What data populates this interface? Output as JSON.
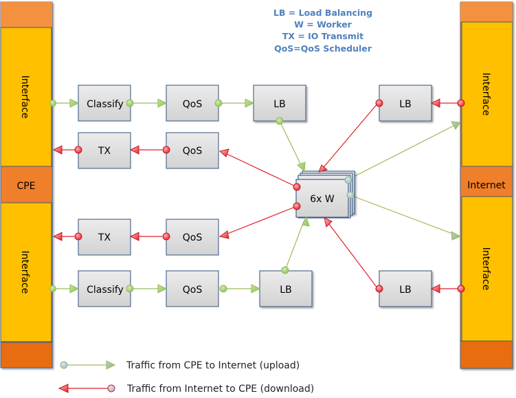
{
  "key": {
    "lines": [
      "LB = Load Balancing",
      "W = Worker",
      "TX = IO Transmit",
      "QoS=QoS Scheduler"
    ]
  },
  "left_rail": {
    "label": "CPE",
    "interface_top": "Interface",
    "interface_bottom": "Interface"
  },
  "right_rail": {
    "label": "Internet",
    "interface_top": "Interface",
    "interface_bottom": "Interface"
  },
  "boxes": {
    "classify_top": "Classify",
    "qos_upload_top": "QoS",
    "lb_upload_top": "LB",
    "tx_top": "TX",
    "qos_download_top": "QoS",
    "tx_bottom": "TX",
    "qos_download_bottom": "QoS",
    "classify_bottom": "Classify",
    "qos_upload_bottom": "QoS",
    "lb_upload_bottom": "LB",
    "lb_download_top": "LB",
    "lb_download_bottom": "LB",
    "workers": "6x W"
  },
  "legend": {
    "upload": "Traffic from CPE to Internet (upload)",
    "download": "Traffic from Internet to CPE (download)"
  },
  "colors": {
    "upload": "#9bbb59",
    "download": "#e0202a",
    "interface": "#ffc000",
    "rail": "#f08030",
    "box": "#d9d9d9",
    "key": "#4f81bd"
  }
}
